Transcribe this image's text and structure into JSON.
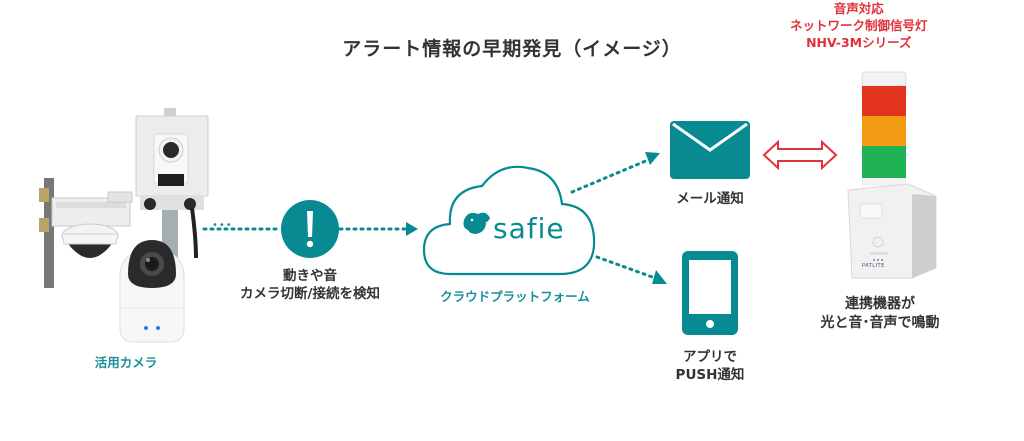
{
  "title": "アラート情報の早期発見（イメージ）",
  "colors": {
    "teal": "#088a93",
    "red": "#e0323b",
    "text": "#333333"
  },
  "camera": {
    "label": "活用カメラ",
    "more_indicator": "•••"
  },
  "detection": {
    "icon": "exclamation-icon",
    "line1": "動きや音",
    "line2": "カメラ切断/接続を検知"
  },
  "cloud": {
    "brand": "safie",
    "label": "クラウドプラットフォーム"
  },
  "mail": {
    "icon": "envelope-icon",
    "label": "メール通知"
  },
  "push": {
    "icon": "smartphone-icon",
    "line1": "アプリで",
    "line2": "PUSH通知"
  },
  "signal": {
    "brand": "PATLITE",
    "desc_line1": "連携機器が",
    "desc_line2": "光と音･音声で鳴動",
    "product_line1": "音声対応",
    "product_line2": "ネットワーク制御信号灯",
    "product_line3": "NHV-3Mシリーズ"
  }
}
